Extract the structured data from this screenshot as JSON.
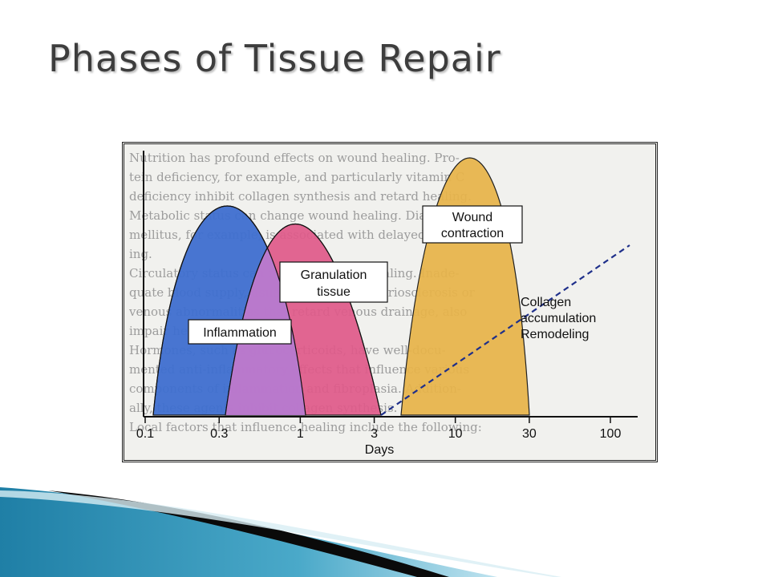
{
  "slide": {
    "title": "Phases of Tissue Repair"
  },
  "diagram": {
    "phases": [
      {
        "label": "Inflammation",
        "color": "#3f6fd0"
      },
      {
        "label": "Granulation tissue",
        "label_lines": [
          "Granulation",
          "tissue"
        ],
        "color": "#e05a8a"
      },
      {
        "label": "Wound contraction",
        "label_lines": [
          "Wound",
          "contraction"
        ],
        "color": "#e8b44a"
      }
    ],
    "collagen_labels": [
      "Collagen",
      "accumulation",
      "Remodeling"
    ],
    "x_ticks": [
      "0.1",
      "0.3",
      "1",
      "3",
      "10",
      "30",
      "100"
    ],
    "x_axis_label": "Days",
    "background_text_lines": [
      "Nutrition has profound effects on wound healing. Pro-",
      "tein deficiency, for example, and particularly vitamin C",
      "deficiency inhibit collagen synthesis and retard healing.",
      "Metabolic status can change wound healing. Diabetes",
      "mellitus, for example, is associated with delayed heal-",
      "ing.",
      "Circulatory status can regulate wound healing. Inade-",
      "quate blood supply, usually caused by arteriosclerosis or",
      "venous abnormalities that retard venous drainage, also",
      "impair healing.",
      "Hormones, such as glucocorticoids, have well-docu-",
      "mented anti-inflammatory effects that influence various",
      "components of inflammation and fibroplasia. Addition-",
      "ally, these agents inhibit collagen synthesis.",
      "Local factors that influence healing include the following:"
    ],
    "colors": {
      "inflammation": "#3f6fd0",
      "granulation": "#e05a8a",
      "contraction": "#e8b44a",
      "overlap": "#b77ad0",
      "collagen_line": "#1e2f8a"
    }
  }
}
